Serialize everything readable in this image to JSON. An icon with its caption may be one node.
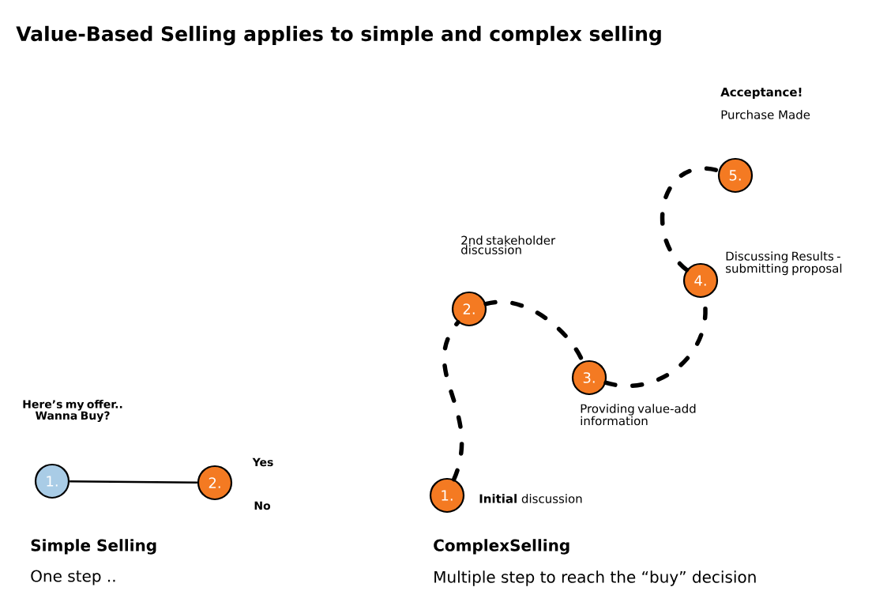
{
  "diagram": {
    "title": "Value-Based Selling applies to simple and complex selling",
    "nodes": [
      {
        "text": [
          "1."
        ],
        "beside": [
          "Here’s my offer.. Wanna Buy?"
        ]
      },
      {
        "text": [
          "2."
        ],
        "beside": [
          "Yes",
          "No"
        ]
      },
      {
        "text": [
          "1."
        ],
        "beside": [
          "**Initial** discussion"
        ]
      },
      {
        "text": [
          "2."
        ],
        "beside": [
          "2nd stakeholder discussion"
        ]
      },
      {
        "text": [
          "3."
        ],
        "beside": [
          "Providing value-add information"
        ]
      },
      {
        "text": [
          "4."
        ],
        "beside": [
          "Discussing Results - submitting proposal"
        ]
      },
      {
        "text": [
          "5."
        ],
        "beside": [
          "Acceptance!",
          "Purchase Made"
        ]
      }
    ],
    "edges": [
      {
        "from": 0,
        "to": 1,
        "arrow": "none"
      },
      {
        "from": 2,
        "to": 3,
        "arrow": "none",
        "style": "dashed"
      },
      {
        "from": 3,
        "to": 4,
        "arrow": "none",
        "style": "dashed"
      },
      {
        "from": 4,
        "to": 5,
        "arrow": "none",
        "style": "dashed"
      },
      {
        "from": 5,
        "to": 6,
        "arrow": "none",
        "style": "dashed"
      }
    ],
    "labels": [
      "Simple Selling",
      "One step ..",
      "ComplexSelling",
      "Multiple step to reach the “buy” decision"
    ]
  }
}
